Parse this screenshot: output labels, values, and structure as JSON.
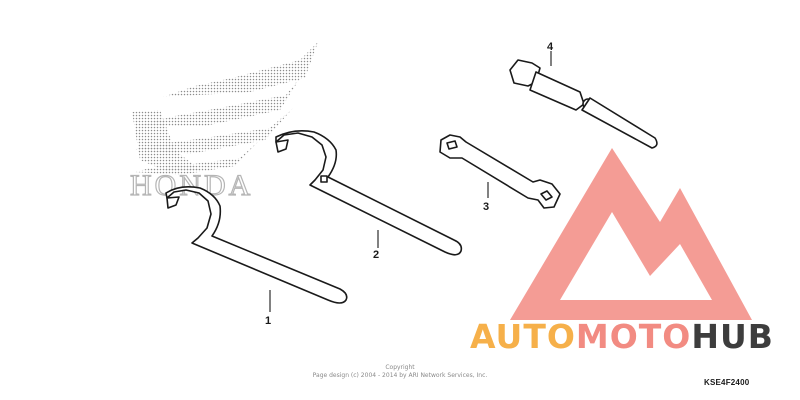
{
  "brand": {
    "logo_text": "HONDA"
  },
  "parts": [
    {
      "callout": "1"
    },
    {
      "callout": "2"
    },
    {
      "callout": "3"
    },
    {
      "callout": "4"
    }
  ],
  "watermark": {
    "word_part_1": "AUTO",
    "word_part_2": "MOTO",
    "word_part_3": "HUB",
    "color_primary": "#f6b04a",
    "color_secondary": "#f28b82",
    "color_tertiary": "#3d3d3d"
  },
  "footer": {
    "copyright_line_1": "Copyright",
    "copyright_line_2": "Page design (c) 2004 - 2014 by ARI Network Services, Inc.",
    "diagram_code": "KSE4F2400"
  }
}
